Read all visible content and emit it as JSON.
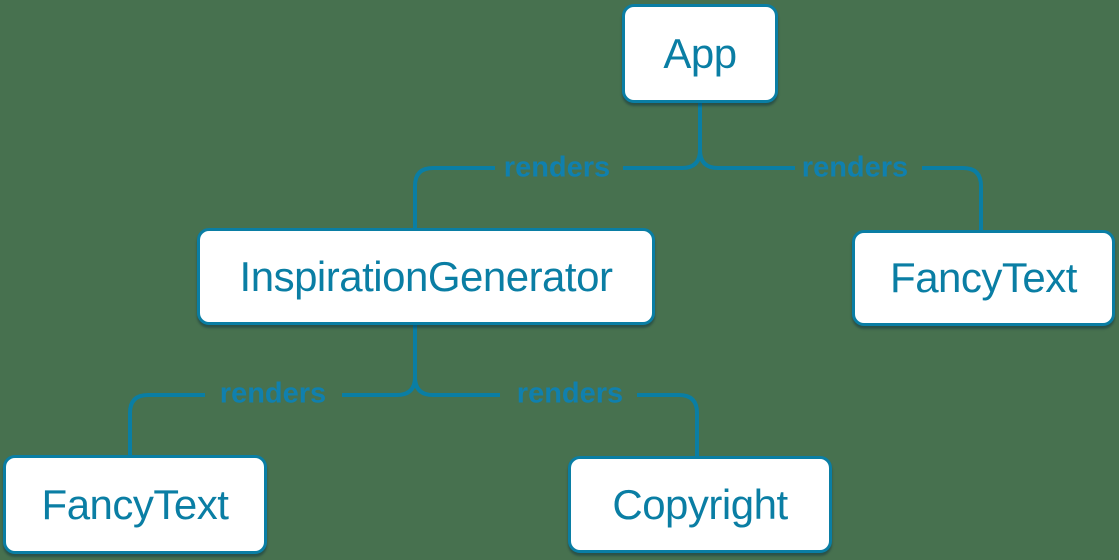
{
  "diagram": {
    "title": "react-component-render-tree",
    "background_color": "#47714f",
    "colors": {
      "line": "#0a7ea4",
      "node_border": "#0a7ea4",
      "node_text": "#0a7ea4",
      "node_background": "#ffffff",
      "edge_label_text": "#1080ae"
    },
    "nodes": [
      {
        "id": "app",
        "label": "App"
      },
      {
        "id": "inspiration-generator",
        "label": "InspirationGenerator"
      },
      {
        "id": "fancy-text-top-right",
        "label": "FancyText"
      },
      {
        "id": "fancy-text-bottom-left",
        "label": "FancyText"
      },
      {
        "id": "copyright",
        "label": "Copyright"
      }
    ],
    "edges": [
      {
        "from": "App",
        "to": "InspirationGenerator",
        "label": "renders"
      },
      {
        "from": "App",
        "to": "FancyText",
        "label": "renders"
      },
      {
        "from": "InspirationGenerator",
        "to": "FancyText",
        "label": "renders"
      },
      {
        "from": "InspirationGenerator",
        "to": "Copyright",
        "label": "renders"
      }
    ]
  }
}
